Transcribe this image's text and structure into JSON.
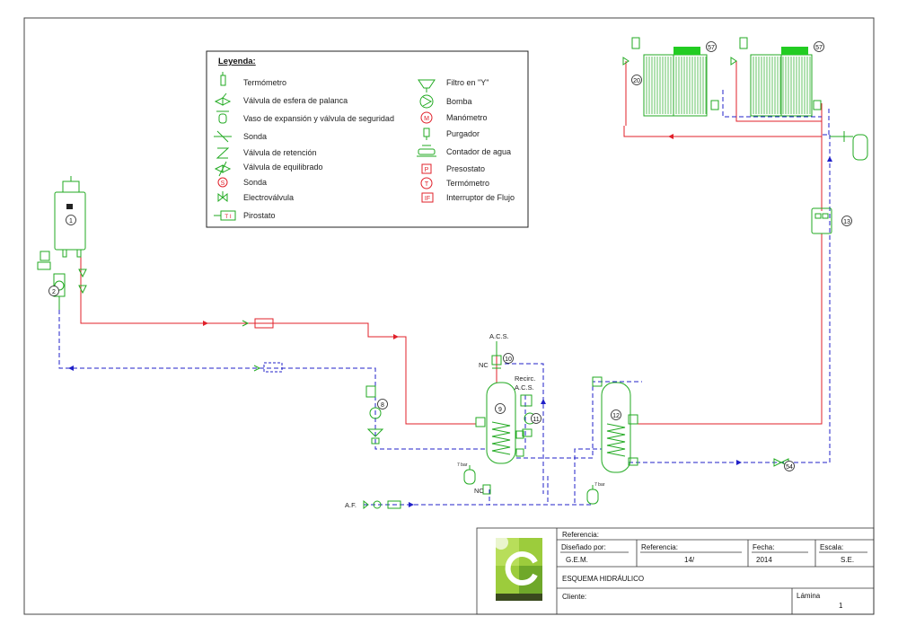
{
  "legend": {
    "title": "Leyenda:",
    "left": [
      {
        "icon": "thermometer-icon",
        "label": "Termómetro"
      },
      {
        "icon": "lever-ball-valve-icon",
        "label": "Válvula de esfera de palanca"
      },
      {
        "icon": "expansion-vessel-icon",
        "label": "Vaso de expansión y válvula de seguridad"
      },
      {
        "icon": "probe-icon",
        "label": "Sonda"
      },
      {
        "icon": "check-valve-icon",
        "label": "Válvula de retención"
      },
      {
        "icon": "balancing-valve-icon",
        "label": "Válvula de equilibrado"
      },
      {
        "icon": "probe-s-icon",
        "label": "Sonda"
      },
      {
        "icon": "solenoid-valve-icon",
        "label": "Electroválvula"
      },
      {
        "icon": "pyrostat-icon",
        "label": "Pirostato"
      }
    ],
    "right": [
      {
        "icon": "y-filter-icon",
        "label": "Filtro en \"Y\""
      },
      {
        "icon": "pump-icon",
        "label": "Bomba"
      },
      {
        "icon": "manometer-icon",
        "label": "Manómetro"
      },
      {
        "icon": "air-vent-icon",
        "label": "Purgador"
      },
      {
        "icon": "water-meter-icon",
        "label": "Contador de agua"
      },
      {
        "icon": "pressure-switch-icon",
        "label": "Presostato"
      },
      {
        "icon": "thermometer-t-icon",
        "label": "Termómetro"
      },
      {
        "icon": "flow-switch-icon",
        "label": "Interruptor de Flujo"
      }
    ],
    "glyphs": {
      "pyrostat": "T I",
      "manometer": "M",
      "pressure_switch": "P",
      "thermometer_t": "T",
      "flow_switch": "IF",
      "probe_s": "S"
    }
  },
  "diagram": {
    "labels": {
      "acs": "A.C.S.",
      "nc_top": "NC",
      "recirc_1": "Recirc.",
      "recirc_2": "A.C.S.",
      "nc_bottom": "NC",
      "af": "A.F.",
      "bar_1": "7 bar",
      "bar_2": "7 bar"
    },
    "tags": {
      "boiler": "1",
      "pump_group": "2",
      "cold_group": "8",
      "tank_acs": "9",
      "valve_top": "10",
      "recirc_pump": "11",
      "tank_buffer": "12",
      "emitter_unit": "13",
      "valve_return": "54",
      "radiator_1": "20",
      "radiator_1_valve": "57",
      "radiator_2_valve": "57"
    },
    "colors": {
      "supply": "#e0202a",
      "return": "#2020c8",
      "equipment": "#22aa22",
      "frame": "#333333"
    }
  },
  "title_block": {
    "referencia_label": "Referencia:",
    "disenado_label": "Diseñado por:",
    "disenado_value": "G.E.M.",
    "referencia2_label": "Referencia:",
    "referencia2_value": "14/",
    "fecha_label": "Fecha:",
    "fecha_value": "2014",
    "escala_label": "Escala:",
    "escala_value": "S.E.",
    "title": "ESQUEMA HIDRÁULICO",
    "cliente_label": "Cliente:",
    "lamina_label": "Lámina",
    "lamina_value": "1"
  }
}
